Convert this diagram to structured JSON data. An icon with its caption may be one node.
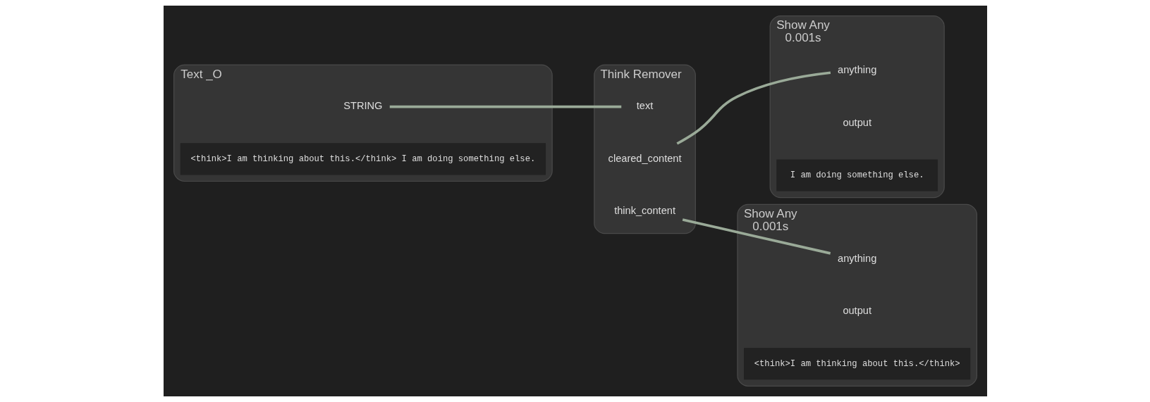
{
  "diagram": {
    "nodes": [
      {
        "text": [
          "Text _O"
        ]
      },
      {
        "text": [
          "STRING"
        ],
        "in": 0
      },
      {
        "text": [
          "<think>I am thinking about this.</think> I am doing something else."
        ],
        "in": 0
      },
      {
        "text": [
          "Think Remover"
        ]
      },
      {
        "text": [
          "text"
        ],
        "in": 3
      },
      {
        "text": [
          "cleared_content"
        ],
        "in": 3
      },
      {
        "text": [
          "think_content"
        ],
        "in": 3
      },
      {
        "text": [
          "Show Any"
        ],
        "beside": [
          "0.001s"
        ]
      },
      {
        "text": [
          "anything"
        ],
        "in": 7
      },
      {
        "text": [
          "output"
        ],
        "in": 7
      },
      {
        "text": [
          "I am doing something else."
        ],
        "in": 7
      },
      {
        "text": [
          "Show Any"
        ],
        "beside": [
          "0.001s"
        ]
      },
      {
        "text": [
          "anything"
        ],
        "in": 11
      },
      {
        "text": [
          "output"
        ],
        "in": 11
      },
      {
        "text": [
          "<think>I am thinking about this.</think>"
        ],
        "in": 11
      }
    ],
    "edges": [
      {
        "from": 1,
        "to": 4,
        "arrow": "none"
      },
      {
        "from": 5,
        "to": 8,
        "arrow": "none"
      },
      {
        "from": 6,
        "to": 12,
        "arrow": "none"
      }
    ]
  }
}
